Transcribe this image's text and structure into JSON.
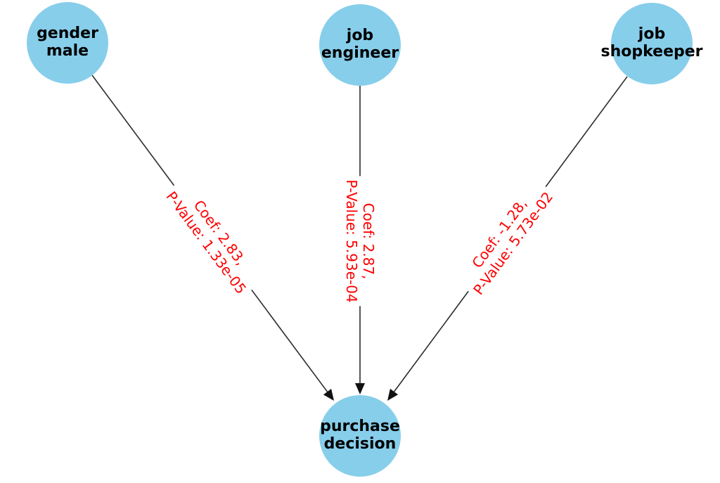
{
  "colors": {
    "node_fill": "#87CEEB",
    "node_text": "#000000",
    "edge_line": "#2b2b2b",
    "arrowhead": "#111111",
    "edge_label_text": "#ff0000",
    "background": "#ffffff"
  },
  "graph": {
    "nodes": [
      {
        "id": "gender_male",
        "label": "gender\nmale"
      },
      {
        "id": "job_engineer",
        "label": "job\nengineer"
      },
      {
        "id": "job_shopkeeper",
        "label": "job\nshopkeeper"
      },
      {
        "id": "purchase_decision",
        "label": "purchase\ndecision"
      }
    ],
    "edges": [
      {
        "from": "gender_male",
        "to": "purchase_decision",
        "coef": 2.83,
        "p_value": "1.33e-05",
        "label_line1": "Coef: 2.83,",
        "label_line2": "P-Value: 1.33e-05"
      },
      {
        "from": "job_engineer",
        "to": "purchase_decision",
        "coef": 2.87,
        "p_value": "5.93e-04",
        "label_line1": "Coef: 2.87,",
        "label_line2": "P-Value: 5.93e-04"
      },
      {
        "from": "job_shopkeeper",
        "to": "purchase_decision",
        "coef": -1.28,
        "p_value": "5.73e-02",
        "label_line1": "Coef: -1.28,",
        "label_line2": "P-Value: 5.73e-02"
      }
    ]
  }
}
